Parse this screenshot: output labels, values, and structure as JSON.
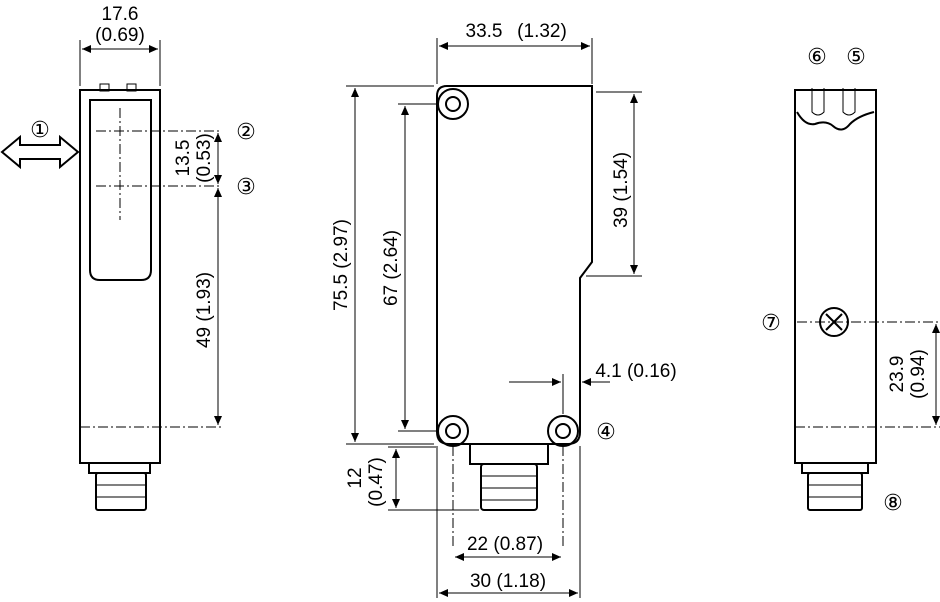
{
  "dimensions": {
    "left_width": "17.6",
    "left_width_in": "(0.69)",
    "left_spacing": "13.5",
    "left_spacing_in": "(0.53)",
    "left_height": "49 (1.93)",
    "mid_width": "33.5",
    "mid_width_in": "(1.32)",
    "mid_total_height": "75.5 (2.97)",
    "mid_hole_height": "67 (2.64)",
    "mid_upper_height": "39 (1.54)",
    "mid_offset": "4.1 (0.16)",
    "mid_connector_height": "12",
    "mid_connector_height_in": "(0.47)",
    "mid_hole_spacing": "22 (0.87)",
    "mid_bottom_width": "30 (1.18)",
    "right_height": "23.9",
    "right_height_in": "(0.94)"
  },
  "callouts": {
    "c1": "①",
    "c2": "②",
    "c3": "③",
    "c4": "④",
    "c5": "⑤",
    "c6": "⑥",
    "c7": "⑦",
    "c8": "⑧"
  }
}
